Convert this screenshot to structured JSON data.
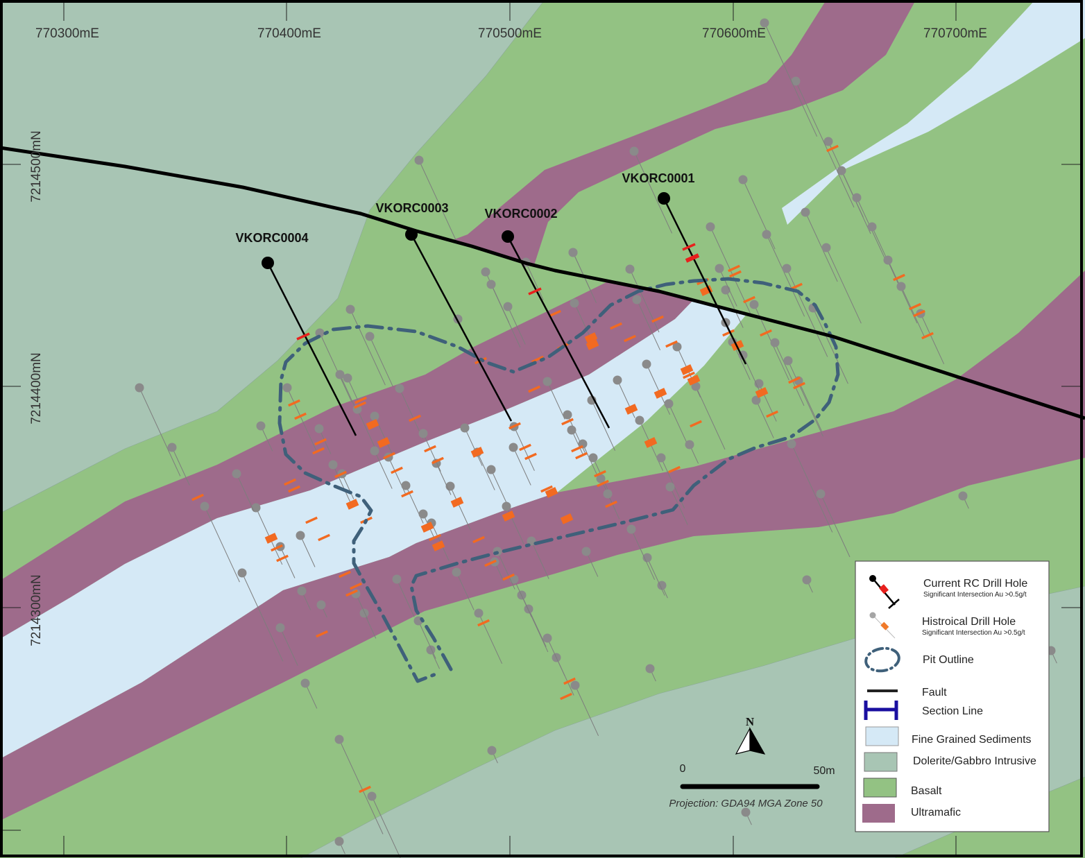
{
  "map": {
    "grid": {
      "eastings": [
        "770300mE",
        "770400mE",
        "770500mE",
        "770600mE",
        "770700mE"
      ],
      "northings": [
        "7214500mN",
        "7214400mN",
        "7214300mN"
      ]
    },
    "current_holes": [
      {
        "id": "VKORC0001"
      },
      {
        "id": "VKORC0002"
      },
      {
        "id": "VKORC0003"
      },
      {
        "id": "VKORC0004"
      }
    ],
    "colors": {
      "dolerite": "#a8c5b4",
      "basalt": "#93c283",
      "ultramafic": "#9e6b8b",
      "sediments": "#d5e9f6",
      "pit_outline": "#3f607a",
      "fault": "#000000",
      "historical_intercept": "#f26a21",
      "current_intercept": "#e8201d",
      "historical_collar": "#8a8a8a",
      "section_line": "#1a0fa0"
    }
  },
  "legend": {
    "current_hole": {
      "title": "Current RC Drill Hole",
      "subtitle": "Significant Intersection Au >0.5g/t"
    },
    "historical_hole": {
      "title": "Histroical Drill Hole",
      "subtitle": "Significant Intersection Au >0.5g/t"
    },
    "pit_outline": "Pit Outline",
    "fault": "Fault",
    "section_line": "Section Line",
    "units": [
      "Fine Grained Sediments",
      "Dolerite/Gabbro Intrusive",
      "Basalt",
      "Ultramafic"
    ]
  },
  "scale": {
    "start": "0",
    "end": "50m",
    "projection": "Projection: GDA94 MGA Zone 50"
  },
  "north_arrow": {
    "label": "N"
  }
}
